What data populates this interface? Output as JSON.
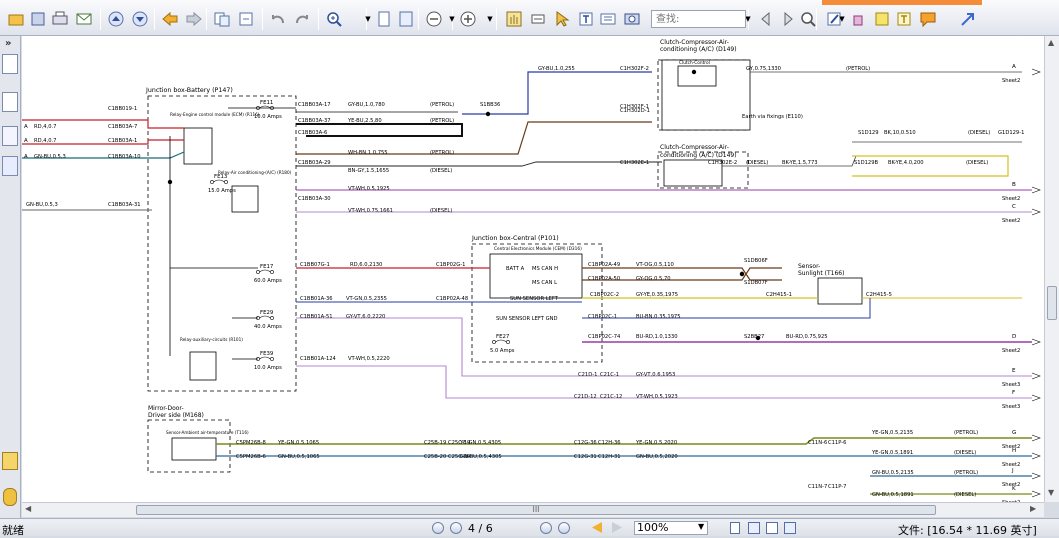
{
  "toolbar": {
    "search_placeholder": "查找:",
    "buttons": [
      "open-icon",
      "save-icon",
      "print-icon",
      "email-icon",
      "page-up-icon",
      "page-down-icon",
      "back-icon",
      "forward-icon",
      "copy-icon",
      "compare-icon",
      "undo-icon",
      "redo-icon",
      "zoom-in-icon",
      "fit-page-icon",
      "fit-width-icon",
      "zoom-out-icon",
      "zoom-plus-icon",
      "hand-icon",
      "select-text-icon",
      "pointer-icon",
      "text-tool-icon",
      "typewriter-icon",
      "snapshot-icon",
      "find-prev-icon",
      "find-next-icon",
      "find-icon",
      "edit-icon",
      "stamp-icon",
      "highlight-icon",
      "textbox-icon",
      "note-icon",
      "arrow-icon"
    ]
  },
  "status": {
    "ready": "就绪",
    "page_current": "4",
    "page_total": "6",
    "page_display": "4 / 6",
    "zoom": "100%",
    "doc_size": "文件: [16.54 * 11.69 英寸]",
    "hscroll_label": "III"
  },
  "diagram": {
    "boxes": {
      "battery": "Junction box-Battery (P147)",
      "central": "Junction box-Central (P101)",
      "mirror_line1": "Mirror-Door-",
      "mirror_line2": "Driver side (M168)",
      "clutch_top_line1": "Clutch-Compressor-Air-",
      "clutch_top_line2": "conditioning (A/C) (D149)",
      "clutch_bot_line1": "Clutch-Compressor-Air-",
      "clutch_bot_line2": "conditioning (A/C) (D149)",
      "sensor_line1": "Sensor-",
      "sensor_line2": "Sunlight (T166)",
      "relay_ecm": "Relay-Engine control module (ECM) (R116)",
      "relay_ac": "Relay-Air conditioning-(A/C) (R180)",
      "relay_aux": "Relay-auxiliary-circuits (R101)",
      "cem": "Central Electronics Module (CEM) (D316)",
      "ambient_sensor": "Sensor-Ambient air-temperature (T116)",
      "clutch_control": "Clutch-Control"
    },
    "fuses": [
      {
        "id": "FE11",
        "rating": "10.0 Amps"
      },
      {
        "id": "FE13",
        "rating": "15.0 Amps"
      },
      {
        "id": "FE17",
        "rating": "60.0 Amps"
      },
      {
        "id": "FE29",
        "rating": "40.0 Amps"
      },
      {
        "id": "FE39",
        "rating": "10.0 Amps"
      },
      {
        "id": "FE27",
        "rating": "5.0 Amps"
      }
    ],
    "labels": [
      "C1BB019-1",
      "C1BB03A-7",
      "C1BB03A-1",
      "C1BB03A-10",
      "C1BB03A-31",
      "RD,4,0.7",
      "RD,4,0.7",
      "GN-BU,0.5,3",
      "GN-BU,0.5,3",
      "C1BB03A-17",
      "C1BB03A-37",
      "C1BB03A-6",
      "C1BB03A-29",
      "C1BB03A-30",
      "GY-BU,1.0,780",
      "YE-BU,2.5,80",
      "WH-BN,1.0,755",
      "BN-GY,1.5,1655",
      "VT-WH,0.5,1925",
      "VT-WH,0.75,1661",
      "(PETROL)",
      "(PETROL)",
      "(PETROL)",
      "(DIESEL)",
      "(DIESEL)",
      "S1BB36",
      "GY-BU,1.0,255",
      "C1H302F-2",
      "C1H302F-1",
      "GY,0.75,1330",
      "(PETROL)",
      "C1H302D-1",
      "Earth via fixings (E110)",
      "C1H302E-1",
      "C1H302E-2",
      "(DIESEL)",
      "BK-YE,1.5,773",
      "S1D129",
      "BK,10,0.510",
      "(DIESEL)",
      "G1D129-1",
      "S1D129B",
      "BK-YE,4.0,200",
      "(DIESEL)",
      "C1BB07G-1",
      "RD,6.0,2130",
      "C1BP02G-1",
      "BATT A",
      "MS CAN H",
      "MS CAN L",
      "C1BP02A-49",
      "VT-OG,0.5,110",
      "C1BP02A-50",
      "GY-OG,0.5,70",
      "S1DB06F",
      "S1DB07F",
      "C1BB01A-36",
      "VT-GN,0.5,2355",
      "C1BP02A-48",
      "SUN SENSOR LEFT",
      "C1BP02C-2",
      "GY-YE,0.35,1975",
      "C2H415-1",
      "C2H415-5",
      "C1BB01A-51",
      "GY-VT,6.0,2220",
      "SUN SENSOR LEFT GND",
      "C1BP02C-1",
      "BU-BN,0.35,1975",
      "C1BP02C-74",
      "BU-RD,1.0,1330",
      "S2BB27",
      "BU-RD,0.75,925",
      "C1BB01A-124",
      "VT-WH,0.5,2220",
      "C21D-1",
      "C21C-1",
      "GY-VT,0.6,1953",
      "C21D-12",
      "C21C-12",
      "VT-WH,0.5,1923",
      "C5PM26B-8",
      "YE-GN,0.5,1065",
      "C25B-19",
      "C25C-19",
      "YE-GN,0.5,4305",
      "C12G-36",
      "C12H-36",
      "YE-GN,0.5,2020",
      "C5PM26B-6",
      "GN-BU,0.5,1065",
      "C25B-20",
      "C25C-20",
      "GN-BU,0.5,4305",
      "C12G-31",
      "C12H-31",
      "GN-BU,0.5,2020",
      "C11N-6",
      "C11P-6",
      "YE-GN,0.5,2135",
      "(PETROL)",
      "YE-GN,0.5,1891",
      "(DIESEL)",
      "C11N-7",
      "C11P-7",
      "GN-BU,0.5,2135",
      "(PETROL)",
      "GN-BU,0.5,1891",
      "(DIESEL)"
    ],
    "sheet_refs": [
      {
        "letter": "A",
        "sheet": "Sheet2"
      },
      {
        "letter": "B",
        "sheet": "Sheet2"
      },
      {
        "letter": "C",
        "sheet": "Sheet2"
      },
      {
        "letter": "D",
        "sheet": "Sheet2"
      },
      {
        "letter": "E",
        "sheet": "Sheet3"
      },
      {
        "letter": "F",
        "sheet": "Sheet3"
      },
      {
        "letter": "G",
        "sheet": "Sheet2"
      },
      {
        "letter": "H",
        "sheet": "Sheet2"
      },
      {
        "letter": "J",
        "sheet": "Sheet2"
      },
      {
        "letter": "K",
        "sheet": "Sheet2"
      }
    ],
    "left_refs": [
      "A",
      "A",
      "A"
    ],
    "wire_colors": {
      "red": "#c0202a",
      "blue": "#2b3aa6",
      "teal": "#1a6a7a",
      "brown": "#6b3a18",
      "yellow": "#d8c020",
      "purple": "#9a3aa8",
      "violet": "#b08ac8",
      "green": "#2e8a2e",
      "black": "#111111",
      "olive": "#7a8a1a"
    }
  }
}
